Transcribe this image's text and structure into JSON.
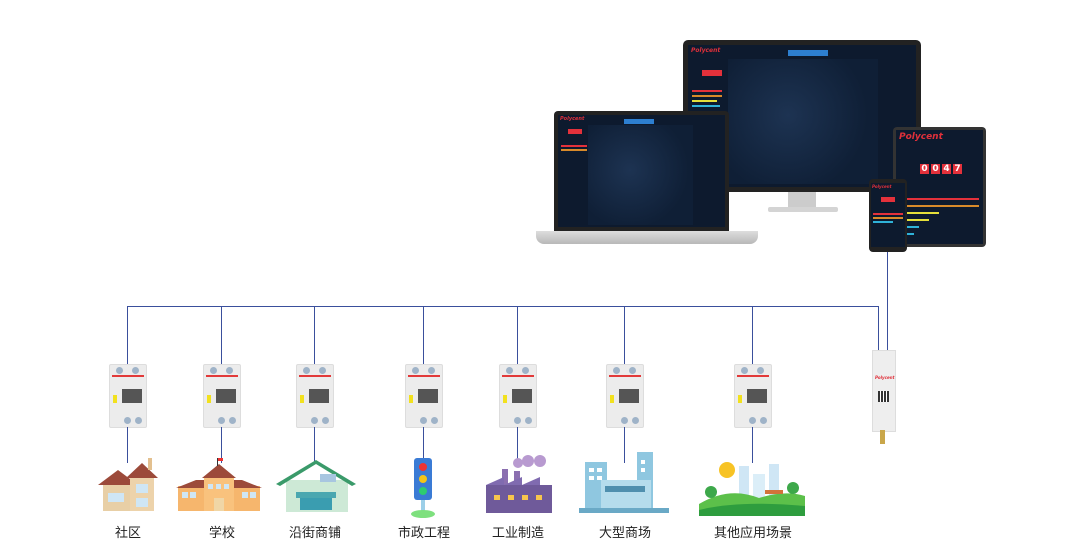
{
  "devices": {
    "brand": "Polycent",
    "counter": [
      "0",
      "0",
      "4",
      "7"
    ]
  },
  "scenarios": [
    {
      "label": "社区",
      "icon": "house-icon"
    },
    {
      "label": "学校",
      "icon": "school-icon"
    },
    {
      "label": "沿街商铺",
      "icon": "shop-icon"
    },
    {
      "label": "市政工程",
      "icon": "traffic-light-icon"
    },
    {
      "label": "工业制造",
      "icon": "factory-icon"
    },
    {
      "label": "大型商场",
      "icon": "mall-icon"
    },
    {
      "label": "其他应用场景",
      "icon": "park-icon"
    }
  ],
  "colors": {
    "wire": "#3a4f9c",
    "screen": "#0d1a2e",
    "brand": "#e0303a"
  }
}
